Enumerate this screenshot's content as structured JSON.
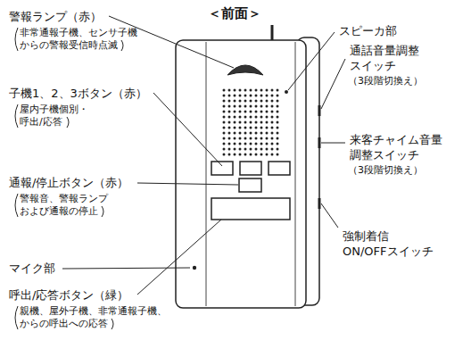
{
  "diagram": {
    "title": "＜前面＞",
    "labels": [
      "警報ランプ（赤）",
      "非常通報子機、センサ子機 からの警報受信時点滅",
      "子機1、2、3ボタン（赤）",
      "屋内子機個別・ 呼出/応答",
      "通報/停止ボタン（赤）",
      "警報音、警報ランプ および通報の停止",
      "マイク部",
      "呼出/応答ボタン（緑）",
      "親機、屋外子機、非常通報子機、 からの呼出への応答",
      "スピーカ部",
      "通話音量調整 スイッチ",
      "（3段階切換え）",
      "来客チャイム音量 調整スイッチ",
      "（3段階切換え）",
      "強制着信 ON/OFFスイッチ"
    ]
  }
}
